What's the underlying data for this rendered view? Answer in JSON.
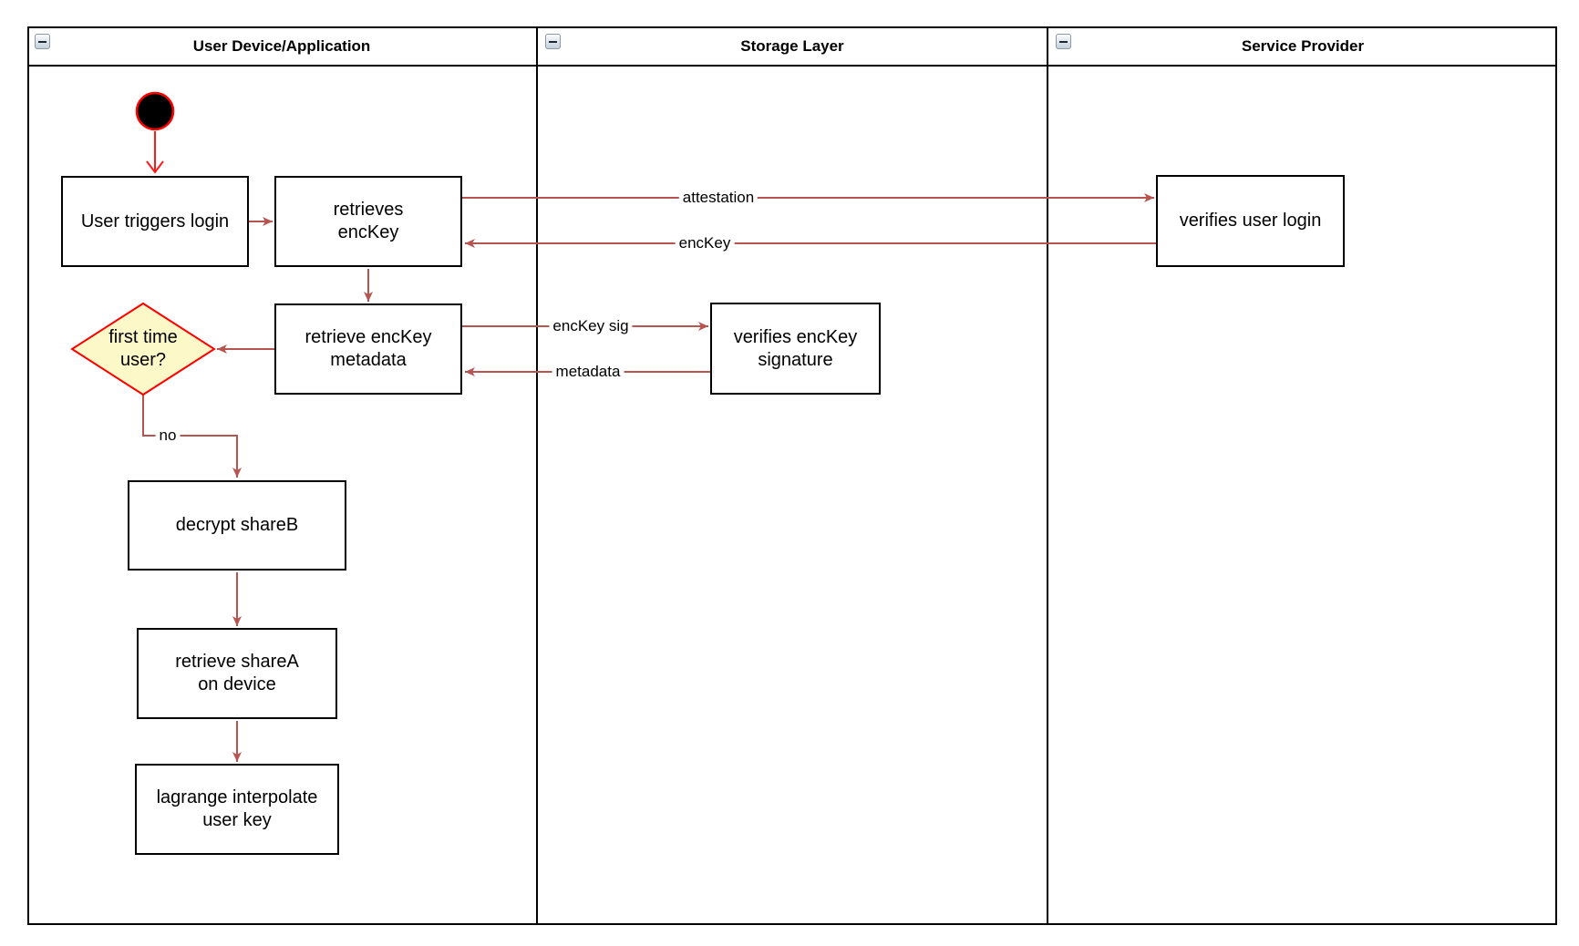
{
  "colors": {
    "edge": "#b85450",
    "start_edge": "#ff1a1a",
    "node_border": "#000000",
    "node_fill": "#ffffff",
    "decision_fill": "#fcf8c8",
    "decision_border": "#ff0000",
    "start_fill": "#000000",
    "start_border": "#ff0000",
    "lane_border": "#000000"
  },
  "icons": {
    "lane_collapse": "minus-icon"
  },
  "lanes": [
    {
      "title": "User Device/Application"
    },
    {
      "title": "Storage Layer"
    },
    {
      "title": "Service Provider"
    }
  ],
  "nodes": {
    "start": {
      "type": "initial-state"
    },
    "user_triggers_login": {
      "label": "User triggers login"
    },
    "retrieves_enckey": {
      "label": "retrieves\nencKey"
    },
    "retrieve_enckey_metadata": {
      "label": "retrieve encKey\nmetadata"
    },
    "first_time_user": {
      "label": "first time\nuser?"
    },
    "decrypt_shareb": {
      "label": "decrypt shareB"
    },
    "retrieve_sharea": {
      "label": "retrieve shareA\non device"
    },
    "lagrange_interpolate": {
      "label": "lagrange interpolate\nuser key"
    },
    "verifies_enckey_signature": {
      "label": "verifies encKey\nsignature"
    },
    "verifies_user_login": {
      "label": "verifies user login"
    }
  },
  "edge_labels": {
    "attestation": "attestation",
    "enckey": "encKey",
    "enckey_sig": "encKey sig",
    "metadata": "metadata",
    "no": "no"
  }
}
